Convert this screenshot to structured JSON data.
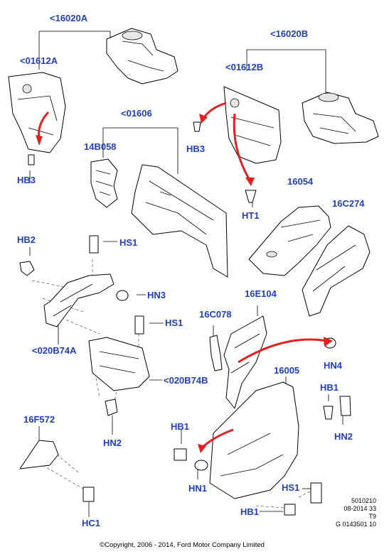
{
  "labels": {
    "l16020A": "<16020A",
    "l01612A": "<01612A",
    "l16020B": "<16020B",
    "l01612B": "<01612B",
    "l01606": "<01606",
    "l14B058": "14B058",
    "hb3_left": "HB3",
    "hb3_right": "HB3",
    "ht1": "HT1",
    "l16054": "16054",
    "l16C274": "16C274",
    "hb2": "HB2",
    "hs1_top": "HS1",
    "hn3": "HN3",
    "hs1_mid": "HS1",
    "l020B74A": "<020B74A",
    "l020B74B": "<020B74B",
    "hn2_left": "HN2",
    "l16E104": "16E104",
    "l16C078": "16C078",
    "hn4": "HN4",
    "l16005": "16005",
    "hb1_right": "HB1",
    "hn2_right": "HN2",
    "l16F572": "16F572",
    "hb1_left": "HB1",
    "hn1": "HN1",
    "hs1_bottom": "HS1",
    "hb1_bottom": "HB1",
    "hc1": "HC1"
  },
  "info": {
    "line1": "5010210",
    "line2": "08-2014 33",
    "line3": "T9",
    "line4": "G 0143501 10"
  },
  "copyright": "©Copyright, 2006 - 2014, Ford Motor Company Limited",
  "colors": {
    "label": "#1f3fbf",
    "arrow": "#e32020"
  }
}
